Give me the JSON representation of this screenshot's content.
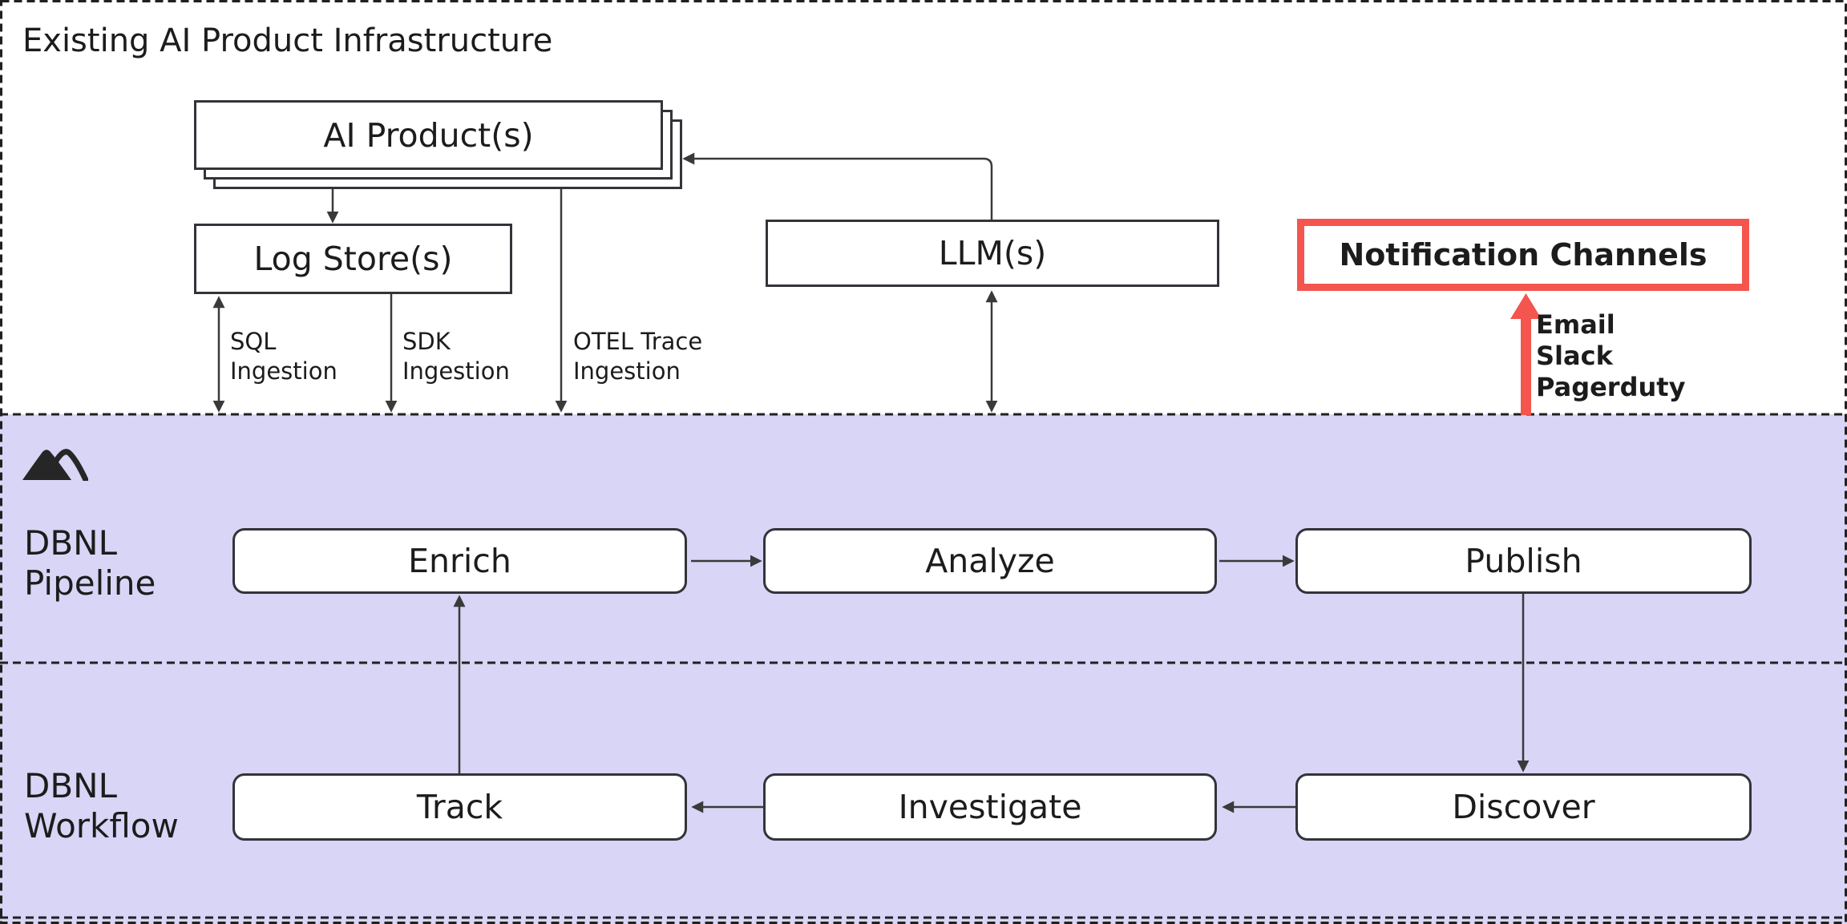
{
  "colors": {
    "section_background": "#d9d5f6",
    "highlight_red": "#f4554e",
    "connector_line": "#3a3a3a",
    "box_border": "#33333a",
    "text": "#1c1c1c"
  },
  "infrastructure": {
    "title": "Existing AI Product Infrastructure",
    "ai_products": {
      "label": "AI Product(s)"
    },
    "log_stores": {
      "label": "Log Store(s)"
    },
    "llms": {
      "label": "LLM(s)"
    },
    "notification_channels": {
      "label": "Notification Channels"
    },
    "ingestion_labels": [
      {
        "line1": "SQL",
        "line2": "Ingestion"
      },
      {
        "line1": "SDK",
        "line2": "Ingestion"
      },
      {
        "line1": "OTEL Trace",
        "line2": "Ingestion"
      }
    ],
    "notification_methods": [
      "Email",
      "Slack",
      "Pagerduty"
    ]
  },
  "pipeline": {
    "label_line1": "DBNL",
    "label_line2": "Pipeline",
    "icon": "mountain-icon",
    "stages": [
      "Enrich",
      "Analyze",
      "Publish"
    ]
  },
  "workflow": {
    "label_line1": "DBNL",
    "label_line2": "Workflow",
    "stages": [
      "Track",
      "Investigate",
      "Discover"
    ]
  }
}
